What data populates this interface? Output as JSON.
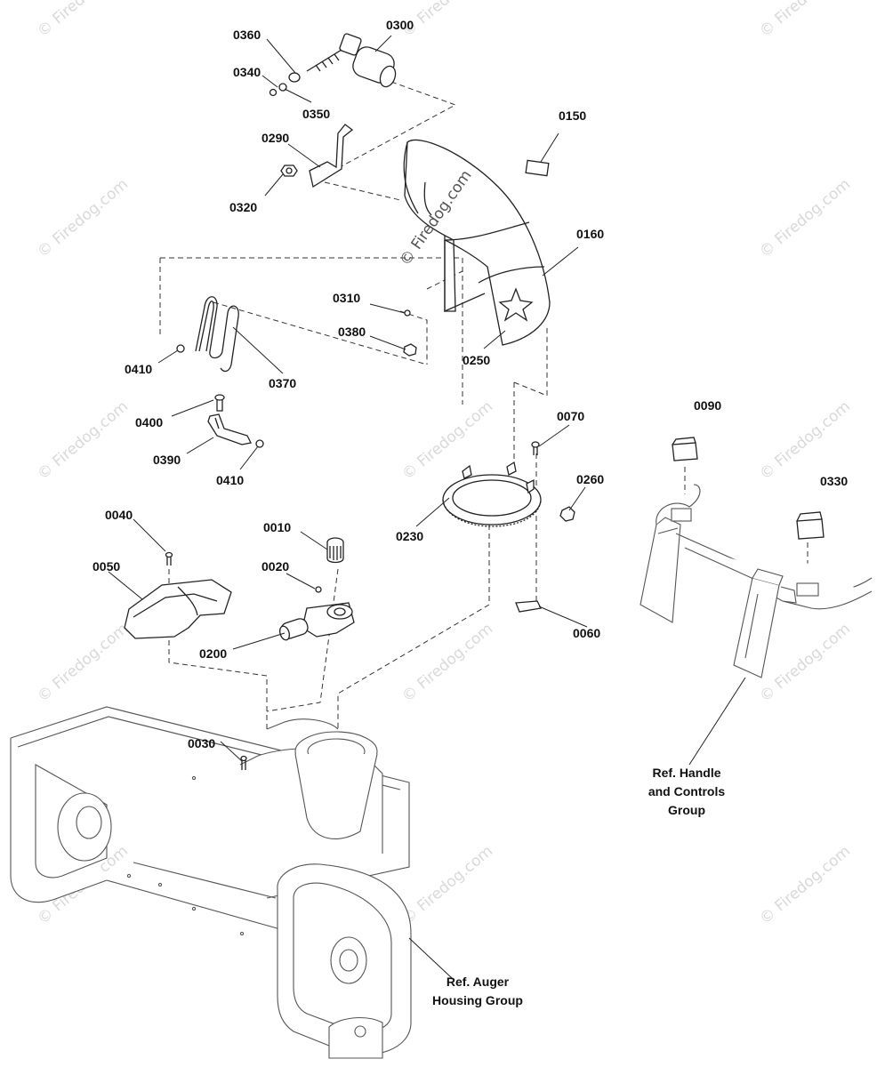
{
  "diagram": {
    "watermark_text": "© Firedog.com",
    "part_labels": {
      "p0300": "0300",
      "p0360": "0360",
      "p0340": "0340",
      "p0350": "0350",
      "p0150": "0150",
      "p0290": "0290",
      "p0320": "0320",
      "p0160": "0160",
      "p0310": "0310",
      "p0380": "0380",
      "p0250": "0250",
      "p0410a": "0410",
      "p0370": "0370",
      "p0400": "0400",
      "p0390": "0390",
      "p0410b": "0410",
      "p0070": "0070",
      "p0260": "0260",
      "p0230": "0230",
      "p0090": "0090",
      "p0330": "0330",
      "p0040": "0040",
      "p0010": "0010",
      "p0050": "0050",
      "p0020": "0020",
      "p0200": "0200",
      "p0060": "0060",
      "p0030": "0030"
    },
    "references": {
      "handle_line1": "Ref. Handle",
      "handle_line2": "and Controls",
      "handle_line3": "Group",
      "auger_line1": "Ref. Auger",
      "auger_line2": "Housing Group"
    }
  }
}
